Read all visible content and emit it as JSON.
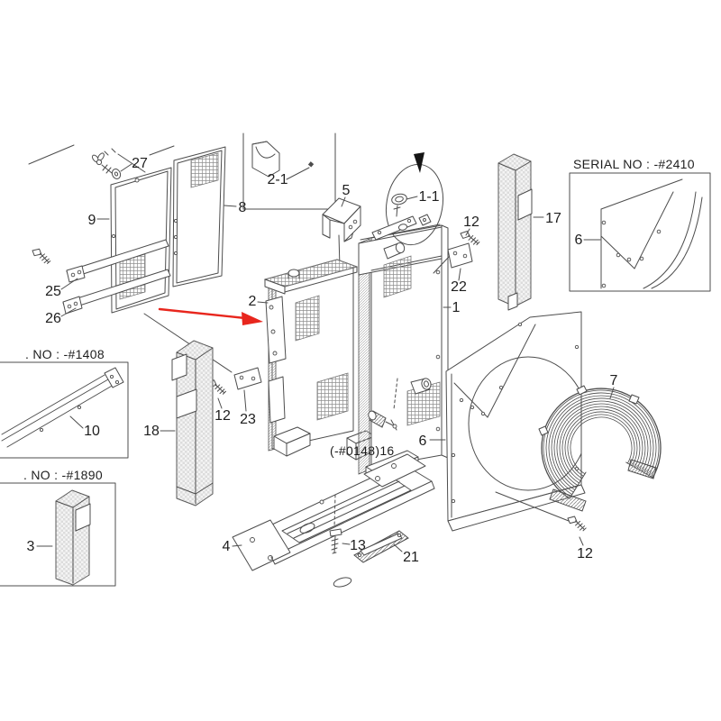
{
  "diagram": {
    "type": "exploded-parts-diagram",
    "boxes": {
      "serial_2410": "SERIAL NO : -#2410",
      "serial_1408": ". NO : -#1408",
      "serial_1890": ". NO : -#1890"
    },
    "annotations": {
      "range_0148": "(-#0148)16"
    },
    "callouts": {
      "c27": "27",
      "c9": "9",
      "c8": "8",
      "c25": "25",
      "c26": "26",
      "c2_1": "2-1",
      "c5": "5",
      "c1_1": "1-1",
      "c12_top": "12",
      "c22": "22",
      "c1": "1",
      "c17": "17",
      "c2": "2",
      "c12_mid": "12",
      "c23": "23",
      "c18": "18",
      "c10": "10",
      "c3": "3",
      "c6_box": "6",
      "c6_main": "6",
      "c7": "7",
      "c12_bot": "12",
      "c4": "4",
      "c13": "13",
      "c21": "21"
    },
    "colors": {
      "line": "#4d4d4d",
      "label": "#1e1e1e",
      "arrow": "#e8261d",
      "background": "#ffffff"
    }
  }
}
